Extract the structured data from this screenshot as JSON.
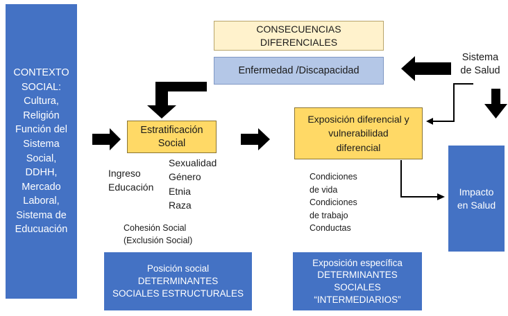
{
  "contexto_social": "CONTEXTO\nSOCIAL:\nCultura,\nReligión\nFunción del\nSistema\nSocial,\nDDHH,\nMercado\nLaboral,\nSistema de\nEducuación",
  "consecuencias": "CONSECUENCIAS\nDIFERENCIALES",
  "enfermedad": "Enfermedad /Discapacidad",
  "sistema_salud": "Sistema\nde Salud",
  "estratificacion": "Estratificación\nSocial",
  "exposicion_diferencial": "Exposición diferencial y\nvulnerabilidad\ndiferencial",
  "ingreso_educacion": "Ingreso\nEducación",
  "sexualidad_list": "Sexualidad\nGénero\nEtnia\nRaza",
  "cohesion": "Cohesión Social\n(Exclusión Social)",
  "condiciones": "Condiciones\nde vida\nCondiciones\nde trabajo\nConductas",
  "impacto": "Impacto\nen Salud",
  "posicion_social": "Posición social\nDETERMINANTES\nSOCIALES ESTRUCTURALES",
  "exposicion_especifica": "Exposición específica\nDETERMINANTES\nSOCIALES\n“INTERMEDIARIOS”"
}
